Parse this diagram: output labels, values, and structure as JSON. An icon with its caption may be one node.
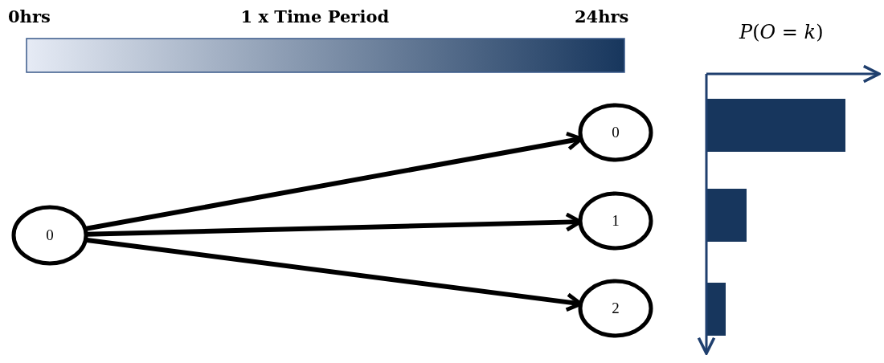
{
  "diagram": {
    "nodes": [
      {
        "text": [
          "0"
        ]
      },
      {
        "text": [
          "0"
        ]
      },
      {
        "text": [
          "1"
        ]
      },
      {
        "text": [
          "2"
        ]
      }
    ],
    "edges": [
      {
        "from": 0,
        "to": 1,
        "arrow": "to"
      },
      {
        "from": 0,
        "to": 2,
        "arrow": "to"
      },
      {
        "from": 0,
        "to": 3,
        "arrow": "to"
      }
    ],
    "labels": [
      "0hrs",
      "1 x Time Period",
      "24hrs",
      "*P*(*O* = *k*)"
    ]
  }
}
